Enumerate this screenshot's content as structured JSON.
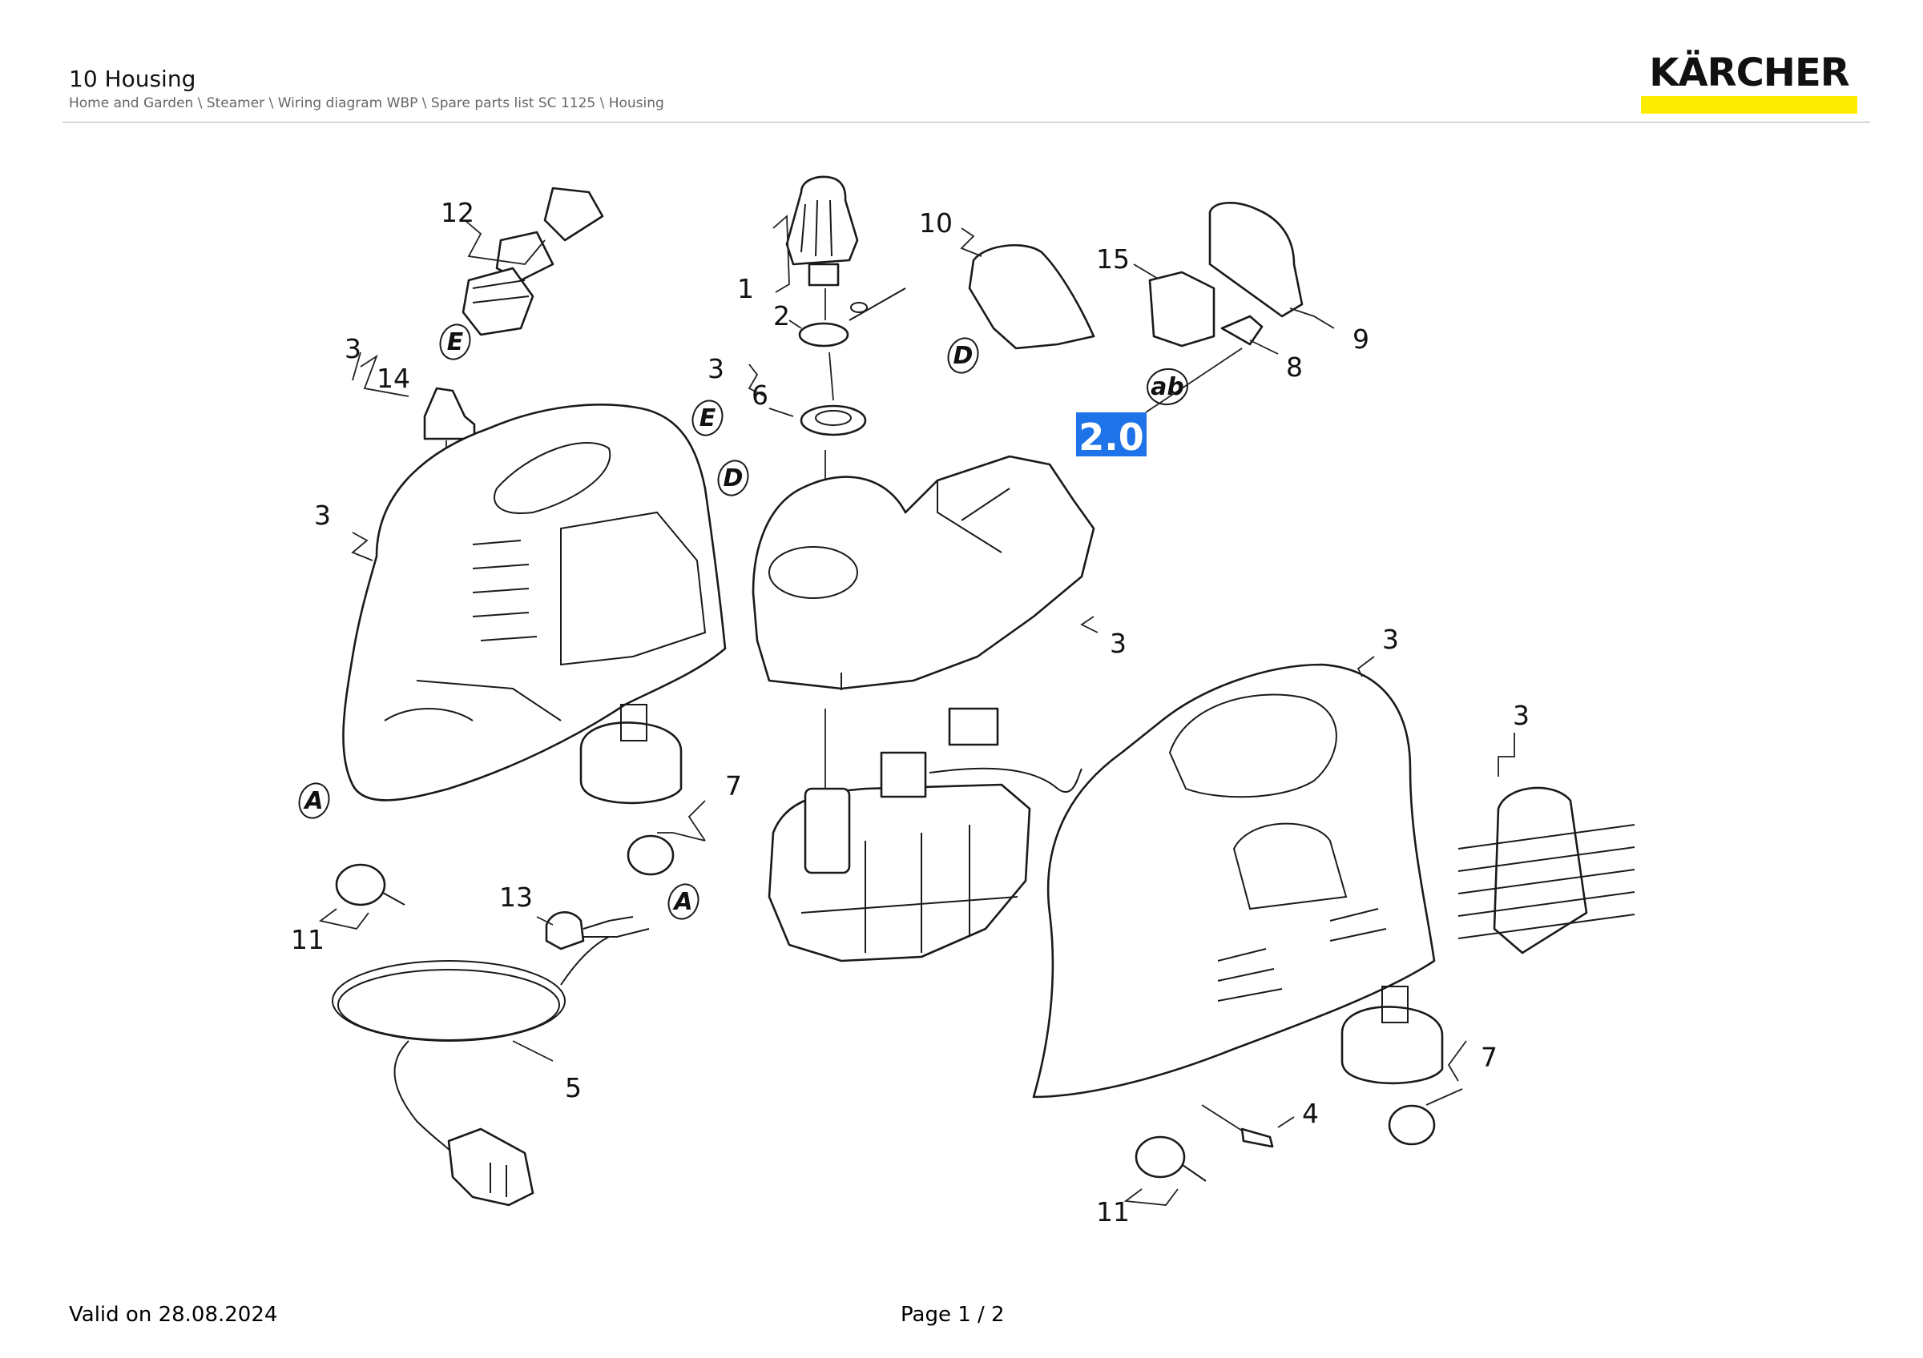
{
  "header": {
    "title": "10 Housing",
    "breadcrumb": "Home and Garden \\ Steamer \\ Wiring diagram WBP \\ Spare parts list SC 1125 \\ Housing"
  },
  "brand": {
    "logo_text": "KÄRCHER",
    "accent_color": "#ffed00"
  },
  "badge": {
    "label": "2.0",
    "color": "#1e73e8"
  },
  "callouts": [
    "12",
    "3",
    "14",
    "3",
    "1",
    "2",
    "3",
    "6",
    "10",
    "15",
    "9",
    "8",
    "3",
    "3",
    "7",
    "11",
    "13",
    "5",
    "3",
    "7",
    "4",
    "11"
  ],
  "connector_letters": [
    "E",
    "E",
    "D",
    "D",
    "A",
    "A",
    "ab"
  ],
  "footer": {
    "valid": "Valid on 28.08.2024",
    "page": "Page 1 / 2"
  }
}
